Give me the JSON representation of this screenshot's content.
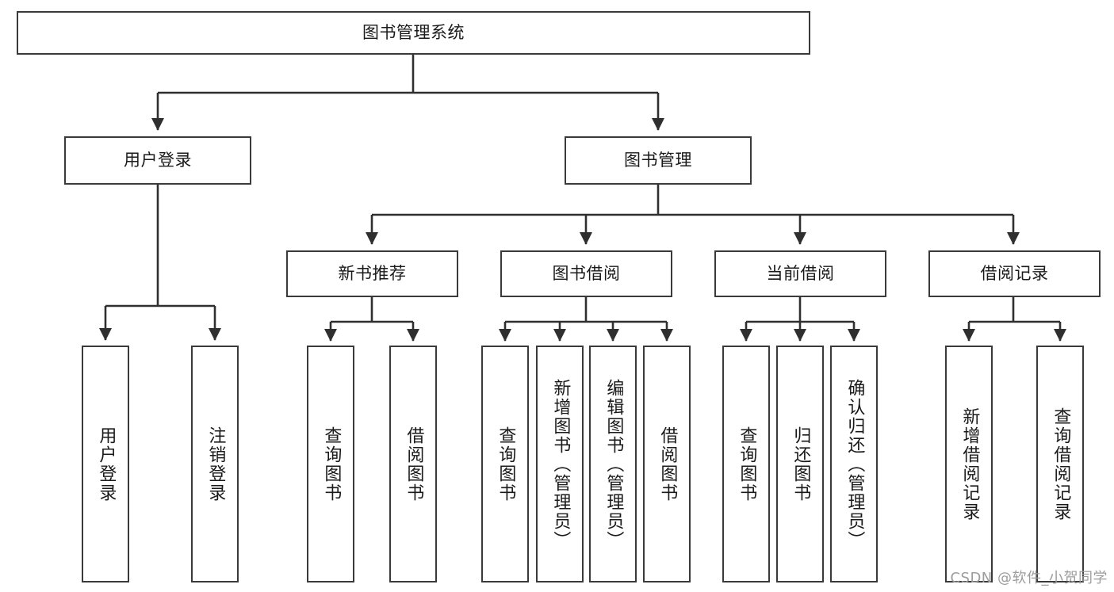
{
  "diagram": {
    "title": "图书管理系统",
    "type": "tree-hierarchy-diagram",
    "watermark": "CSDN @软件_小贺同学",
    "colors": {
      "stroke": "#3a3a3a",
      "fill": "#ffffff",
      "text": "#1a1a1a",
      "watermark": "#9d9d9d"
    },
    "nodes": {
      "root": {
        "label": "图书管理系统"
      },
      "level2": [
        {
          "label": "用户登录"
        },
        {
          "label": "图书管理"
        }
      ],
      "level3": [
        {
          "label": "新书推荐"
        },
        {
          "label": "图书借阅"
        },
        {
          "label": "当前借阅"
        },
        {
          "label": "借阅记录"
        }
      ],
      "leaves_user_login": [
        {
          "label": "用户登录"
        },
        {
          "label": "注销登录"
        }
      ],
      "leaves_new_book": [
        {
          "label": "查询图书"
        },
        {
          "label": "借阅图书"
        }
      ],
      "leaves_borrow": [
        {
          "label": "查询图书"
        },
        {
          "label": "新增图书（管理员）"
        },
        {
          "label": "编辑图书（管理员）"
        },
        {
          "label": "借阅图书"
        }
      ],
      "leaves_current": [
        {
          "label": "查询图书"
        },
        {
          "label": "归还图书"
        },
        {
          "label": "确认归还（管理员）"
        }
      ],
      "leaves_records": [
        {
          "label": "新增借阅记录"
        },
        {
          "label": "查询借阅记录"
        }
      ]
    }
  }
}
